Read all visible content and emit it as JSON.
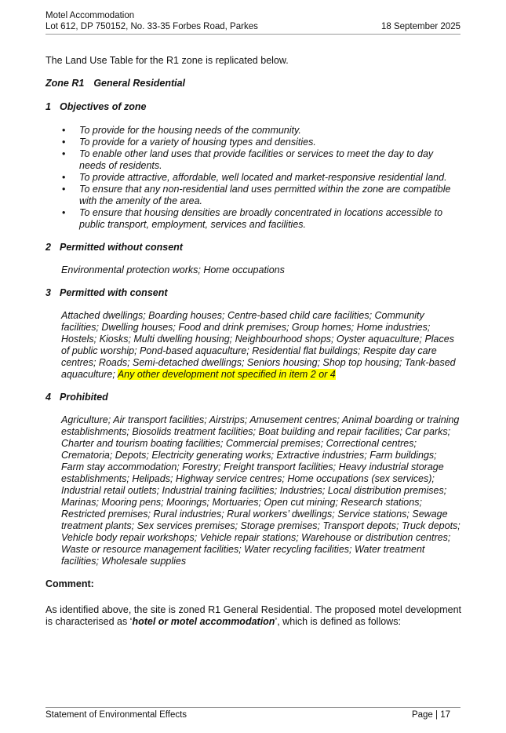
{
  "header": {
    "title": "Motel Accommodation",
    "address": "Lot 612, DP 750152, No. 33-35 Forbes Road, Parkes",
    "date": "18 September 2025"
  },
  "intro": "The Land Use Table for the R1 zone is replicated below.",
  "zone": {
    "code": "Zone R1",
    "name": "General Residential"
  },
  "sections": {
    "objectives": {
      "num": "1",
      "title": "Objectives of zone",
      "bullet": "•",
      "items": [
        "To provide for the housing needs of the community.",
        "To provide for a variety of housing types and densities.",
        "To enable other land uses that provide facilities or services to meet the day to day needs of residents.",
        "To provide attractive, affordable, well located and market-responsive residential land.",
        "To ensure that any non-residential land uses permitted within the zone are compatible with the amenity of the area.",
        "To ensure that housing densities are broadly concentrated in locations accessible to public transport, employment, services and facilities."
      ]
    },
    "without_consent": {
      "num": "2",
      "title": "Permitted without consent",
      "text": "Environmental protection works; Home occupations"
    },
    "with_consent": {
      "num": "3",
      "title": "Permitted with consent",
      "text": "Attached dwellings; Boarding houses; Centre-based child care facilities; Community facilities; Dwelling houses; Food and drink premises; Group homes; Home industries; Hostels; Kiosks; Multi dwelling housing; Neighbourhood shops; Oyster aquaculture; Places of public worship; Pond-based aquaculture; Residential flat buildings; Respite day care centres; Roads; Semi-detached dwellings; Seniors housing; Shop top housing; Tank-based aquaculture;",
      "highlight": "Any other development not specified in item 2 or 4"
    },
    "prohibited": {
      "num": "4",
      "title": "Prohibited",
      "text": "Agriculture; Air transport facilities; Airstrips; Amusement centres; Animal boarding or training establishments; Biosolids treatment facilities; Boat building and repair facilities; Car parks; Charter and tourism boating facilities; Commercial premises; Correctional centres; Crematoria; Depots; Electricity generating works; Extractive industries; Farm buildings; Farm stay accommodation; Forestry; Freight transport facilities; Heavy industrial storage establishments; Helipads; Highway service centres; Home occupations (sex services); Industrial retail outlets; Industrial training facilities; Industries; Local distribution premises; Marinas; Mooring pens; Moorings; Mortuaries; Open cut mining; Research stations; Restricted premises; Rural industries; Rural workers’ dwellings; Service stations; Sewage treatment plants; Sex services premises; Storage premises; Transport depots; Truck depots; Vehicle body repair workshops; Vehicle repair stations; Warehouse or distribution centres; Waste or resource management facilities; Water recycling facilities; Water treatment facilities; Wholesale supplies"
    }
  },
  "comment": {
    "heading": "Comment:",
    "text_before": "As identified above, the site is zoned R1 General Residential. The proposed motel development is characterised as ‘",
    "term": "hotel or motel accommodation",
    "text_after": "’, which is defined as follows:"
  },
  "footer": {
    "title": "Statement of Environmental Effects",
    "page": "Page | 17"
  },
  "colors": {
    "highlight": "#ffff00",
    "rule": "#999999",
    "text": "#111111"
  }
}
